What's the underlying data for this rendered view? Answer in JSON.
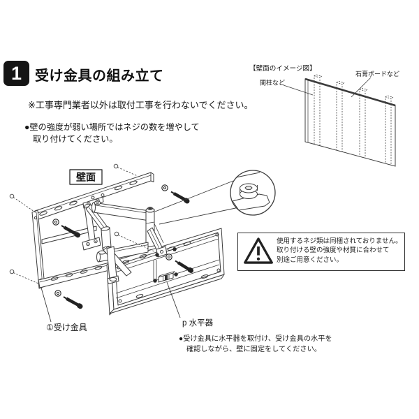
{
  "header": {
    "section_number": "1",
    "title": "受け金具の組み立て",
    "caution_note": "※工事専門業者以外は取付工事を行わないでください。",
    "wall_note_line1": "●壁の強度が弱い場所ではネジの数を増やして",
    "wall_note_line2": "取り付けてください。"
  },
  "wall_image": {
    "caption": "【壁面のイメージ図】",
    "stud_label": "間柱など",
    "board_label": "石膏ボードなど"
  },
  "assembly": {
    "wall_label": "壁面",
    "bracket_label": "①受け金具",
    "level_label": "p 水平器"
  },
  "warning": {
    "icon": "warning-triangle-icon",
    "line1": "使用するネジ類は同梱されておりません。",
    "line2": "取り付ける壁の強度や材質に合わせて",
    "line3": "別途ご用意ください。"
  },
  "footer_note": {
    "line1": "●受け金具に水平器を取付け、受け金具の水平を",
    "line2": "確認しながら、壁に固定をしてください。"
  },
  "colors": {
    "line": "#3c3c3c",
    "text": "#1c1c1c",
    "badge_bg": "#151515",
    "badge_fg": "#ffffff",
    "background": "#ffffff"
  }
}
